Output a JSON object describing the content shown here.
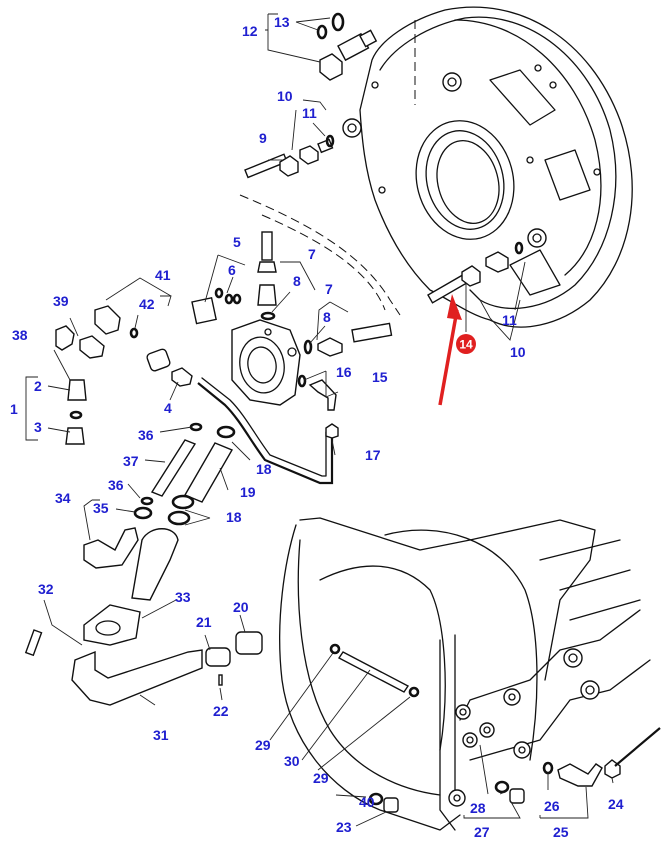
{
  "diagram": {
    "label_color": "#2020d0",
    "highlight_color": "#e02020",
    "highlighted_part": "14",
    "labels": [
      "1",
      "2",
      "3",
      "4",
      "5",
      "6",
      "7",
      "7",
      "8",
      "8",
      "9",
      "10",
      "10",
      "11",
      "11",
      "12",
      "13",
      "15",
      "16",
      "17",
      "18",
      "18",
      "19",
      "20",
      "21",
      "22",
      "23",
      "24",
      "25",
      "26",
      "27",
      "28",
      "29",
      "29",
      "30",
      "31",
      "32",
      "33",
      "34",
      "35",
      "36",
      "36",
      "37",
      "38",
      "39",
      "40",
      "41",
      "42"
    ]
  }
}
